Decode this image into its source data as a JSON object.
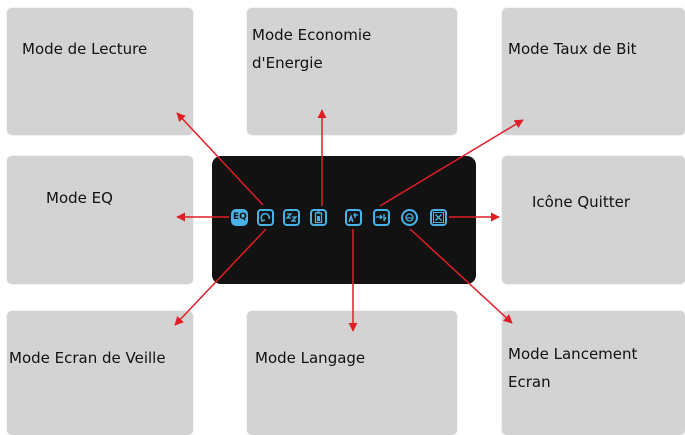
{
  "colors": {
    "box": "#d3d3d3",
    "screen": "#121212",
    "icon": "#49b3e8",
    "arrow": "#e01e25"
  },
  "labels": {
    "lecture": "Mode de Lecture",
    "eco_line1": "Mode Economie",
    "eco_line2": "d'Energie",
    "taux": "Mode Taux de Bit",
    "eq": "Mode EQ",
    "quitter": "Icône Quitter",
    "veille": "Mode Ecran de Veille",
    "langage": "Mode Langage",
    "lancement_line1": "Mode Lancement",
    "lancement_line2": "Ecran"
  },
  "icons": {
    "eq_text": "EQ",
    "list": [
      "eq-icon",
      "playback-mode-icon",
      "sleep-mode-icon",
      "battery-icon",
      "language-icon",
      "bitrate-icon",
      "startup-screen-icon",
      "exit-icon"
    ]
  }
}
